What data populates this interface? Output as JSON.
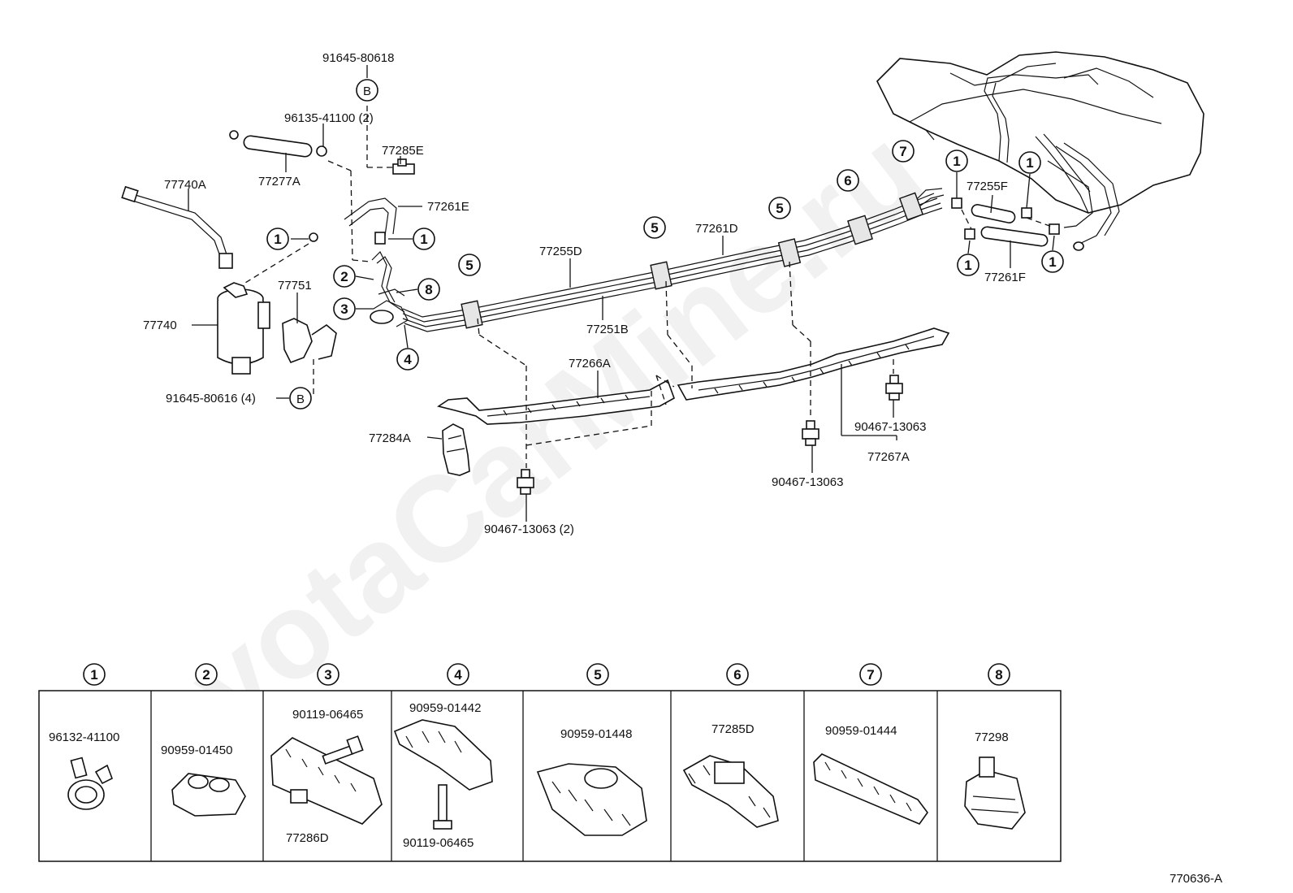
{
  "diagram": {
    "watermark": "ToyotaCarMine.ru",
    "drawing_code": "770636-A",
    "parts": [
      "91645-80618",
      "96135-41100 (2)",
      "77285E",
      "77740A",
      "77277A",
      "77261E",
      "77751",
      "77740",
      "91645-80616 (4)",
      "77255D",
      "77261D",
      "77251B",
      "77266A",
      "77284A",
      "90467-13063 (2)",
      "90467-13063",
      "90467-13063",
      "77267A",
      "77255F",
      "77261F"
    ],
    "ref_letter": "B",
    "callouts": [
      "1",
      "2",
      "3",
      "4",
      "5",
      "6",
      "7",
      "8"
    ],
    "legend": [
      {
        "num": "1",
        "parts": [
          "96132-41100"
        ]
      },
      {
        "num": "2",
        "parts": [
          "90959-01450"
        ]
      },
      {
        "num": "3",
        "parts": [
          "90119-06465",
          "77286D"
        ]
      },
      {
        "num": "4",
        "parts": [
          "90959-01442",
          "90119-06465"
        ]
      },
      {
        "num": "5",
        "parts": [
          "90959-01448"
        ]
      },
      {
        "num": "6",
        "parts": [
          "77285D"
        ]
      },
      {
        "num": "7",
        "parts": [
          "90959-01444"
        ]
      },
      {
        "num": "8",
        "parts": [
          "77298"
        ]
      }
    ]
  }
}
